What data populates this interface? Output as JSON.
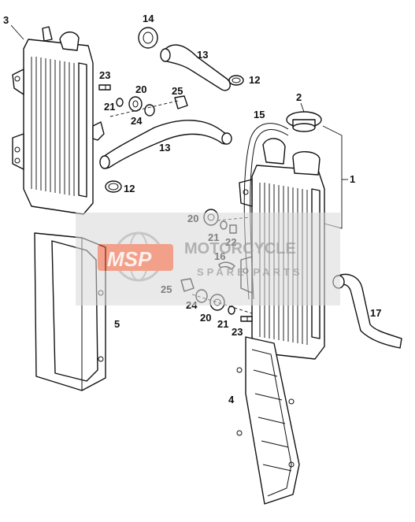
{
  "diagram": {
    "callouts": {
      "c1": "1",
      "c2": "2",
      "c3": "3",
      "c4": "4",
      "c5": "5",
      "c12a": "12",
      "c12b": "12",
      "c13a": "13",
      "c13b": "13",
      "c14": "14",
      "c15": "15",
      "c16": "16",
      "c17": "17",
      "c20a": "20",
      "c20b": "20",
      "c20c": "20",
      "c21a": "21",
      "c21b": "21",
      "c21c": "21",
      "c22": "22",
      "c23a": "23",
      "c23b": "23",
      "c24a": "24",
      "c24b": "24",
      "c25a": "25",
      "c25b": "25"
    }
  },
  "watermark": {
    "logo": "MSP",
    "word1": "MOTORCYCLE",
    "word2": "SPARE PARTS",
    "colors": {
      "badge": "#e8542c",
      "gray": "#9a9a9a"
    }
  }
}
